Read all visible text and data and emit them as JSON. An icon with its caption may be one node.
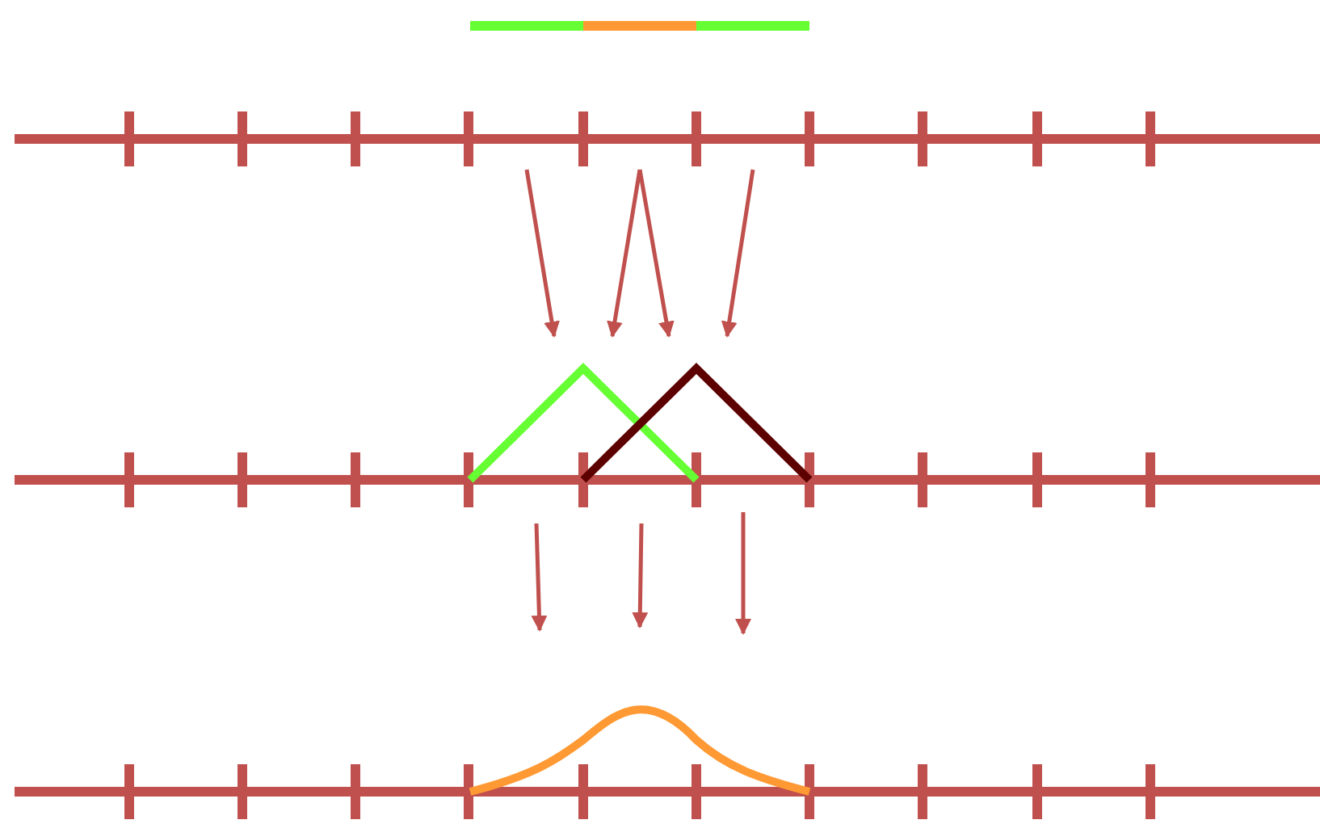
{
  "diagram": {
    "nodes": [
      {
        "text": [],
        "shape": "bar"
      },
      {
        "text": [],
        "shape": "bar"
      },
      {
        "text": [],
        "shape": "bar"
      }
    ],
    "edges": [
      {
        "from": 0,
        "to": 1,
        "arrow": "to"
      },
      {
        "from": 0,
        "to": 1,
        "arrow": "to"
      },
      {
        "from": 0,
        "to": 1,
        "arrow": "to"
      },
      {
        "from": 0,
        "to": 1,
        "arrow": "to"
      },
      {
        "from": 1,
        "to": 2,
        "arrow": "to"
      },
      {
        "from": 1,
        "to": 2,
        "arrow": "to"
      },
      {
        "from": 1,
        "to": 2,
        "arrow": "to"
      }
    ]
  }
}
